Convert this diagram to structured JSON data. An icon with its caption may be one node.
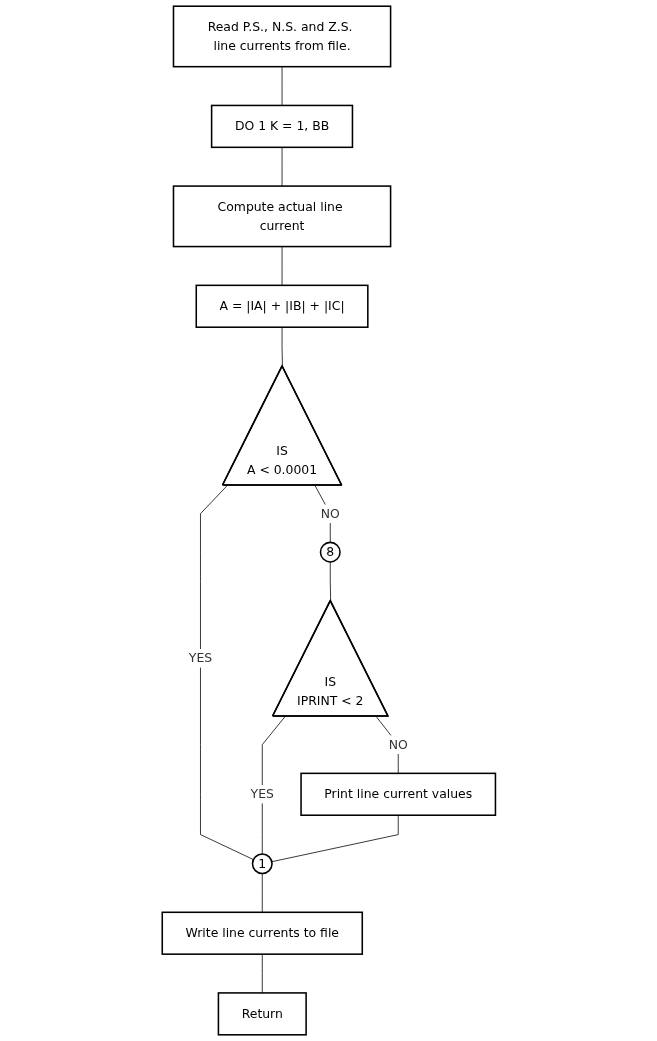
{
  "diagram": {
    "nodes": [
      {
        "text": [
          "Read P.S., N.S. and Z.S. line currents from file."
        ]
      },
      {
        "text": [
          "DO 1 K = 1, BB"
        ]
      },
      {
        "text": [
          "Compute actual line current"
        ]
      },
      {
        "text": [
          "A = |IA| + |IB| + |IC|"
        ]
      },
      {
        "text": [
          "IS",
          "A < 0.0001"
        ]
      },
      {
        "text": [
          "8"
        ]
      },
      {
        "text": [
          "IS",
          "IPRINT < 2"
        ]
      },
      {
        "text": [
          "Print line current values"
        ]
      },
      {
        "text": [
          "1"
        ]
      },
      {
        "text": [
          "Write line currents to file"
        ]
      },
      {
        "text": [
          "Return"
        ]
      }
    ],
    "edges": [
      {
        "from": 0,
        "to": 1,
        "arrow": "none"
      },
      {
        "from": 1,
        "to": 2,
        "arrow": "none"
      },
      {
        "from": 2,
        "to": 3,
        "arrow": "none"
      },
      {
        "from": 3,
        "to": 4,
        "arrow": "none"
      },
      {
        "from": 4,
        "to": 5,
        "arrow": "none",
        "label": "NO"
      },
      {
        "from": 4,
        "to": 8,
        "arrow": "none",
        "label": "YES"
      },
      {
        "from": 5,
        "to": 6,
        "arrow": "none"
      },
      {
        "from": 6,
        "to": 8,
        "arrow": "none",
        "label": "YES"
      },
      {
        "from": 6,
        "to": 7,
        "arrow": "none",
        "label": "NO"
      },
      {
        "from": 7,
        "to": 8,
        "arrow": "none"
      },
      {
        "from": 8,
        "to": 9,
        "arrow": "none"
      },
      {
        "from": 9,
        "to": 10,
        "arrow": "none"
      }
    ]
  }
}
